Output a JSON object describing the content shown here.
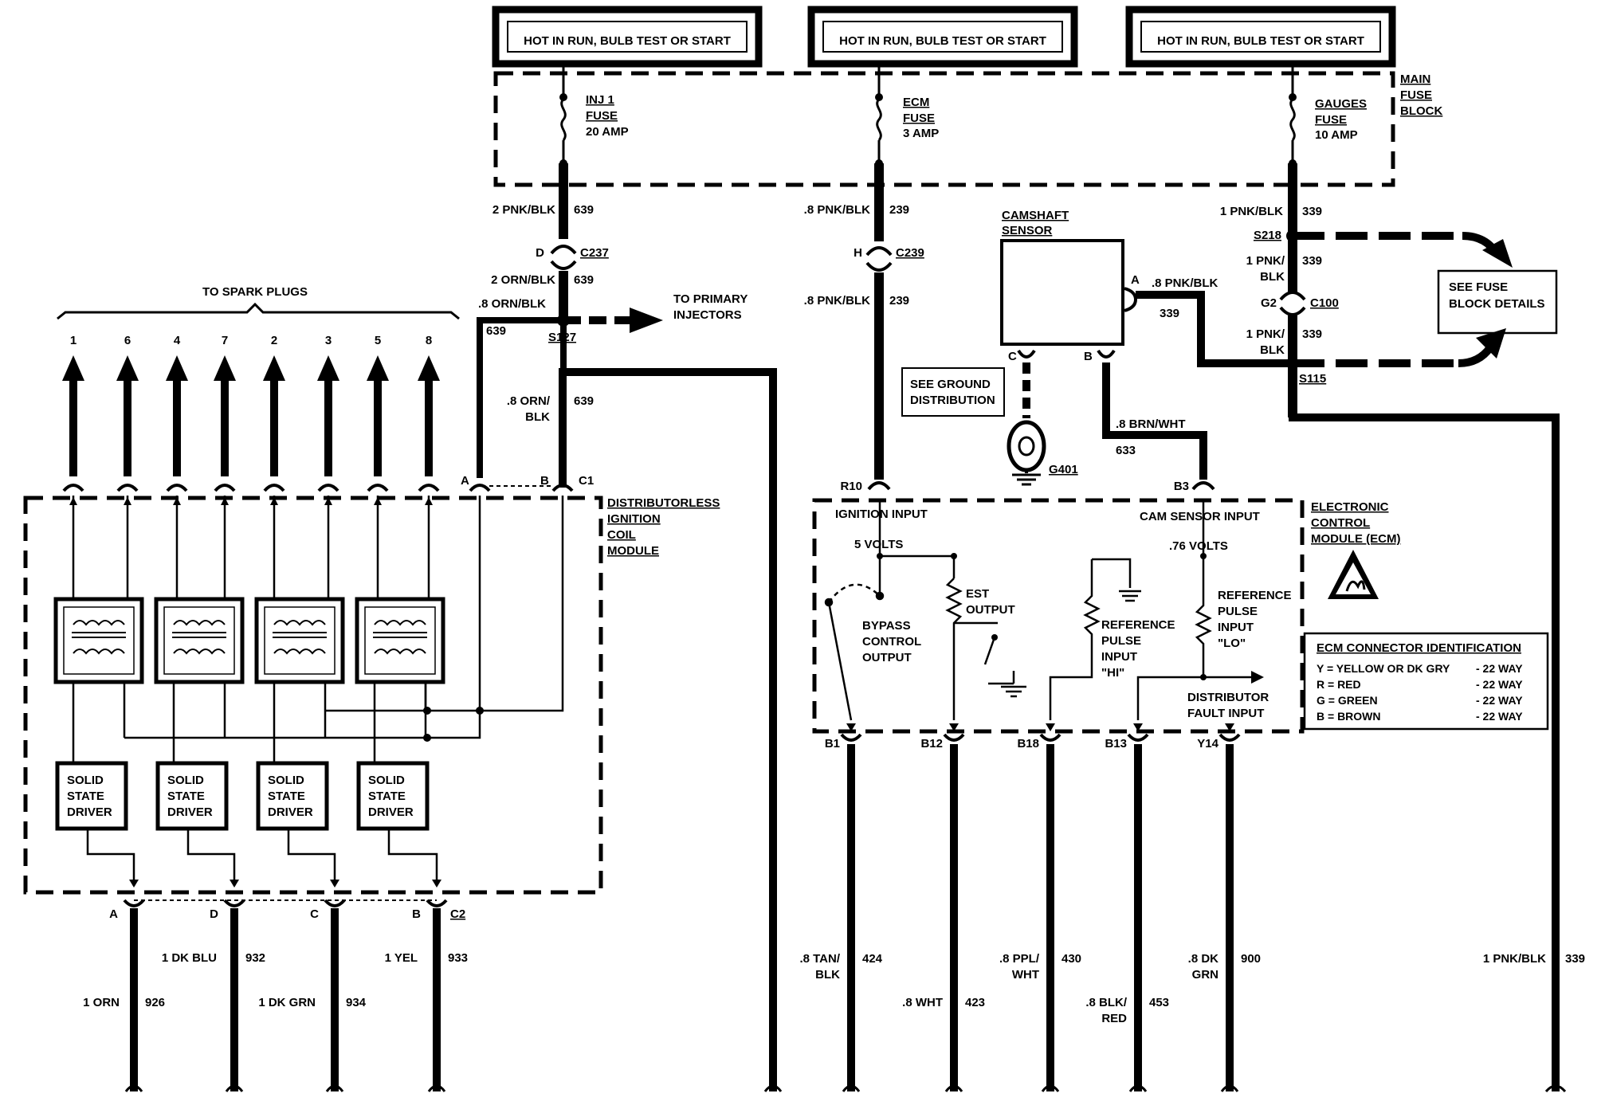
{
  "hot_boxes": [
    "HOT IN RUN, BULB TEST OR START",
    "HOT IN RUN, BULB TEST OR START",
    "HOT IN RUN, BULB TEST OR START"
  ],
  "fuse_block": {
    "label": [
      "MAIN",
      "FUSE",
      "BLOCK"
    ]
  },
  "fuses": [
    {
      "name": [
        "INJ 1",
        "FUSE"
      ],
      "amp": "20 AMP"
    },
    {
      "name": [
        "ECM",
        "FUSE"
      ],
      "amp": "3 AMP"
    },
    {
      "name": [
        "GAUGES",
        "FUSE"
      ],
      "amp": "10 AMP"
    }
  ],
  "wire_labels": {
    "w1_top": "2 PNK/BLK",
    "w1_top_num": "639",
    "w1_conn": "D",
    "w1_conn_id": "C237",
    "w1_mid": "2 ORN/BLK",
    "w1_mid_num": "639",
    "w1_splice": "S127",
    "to_primary": [
      "TO PRIMARY",
      "INJECTORS"
    ],
    "w1_left": ".8 ORN/BLK",
    "w1_left_num": "639",
    "w1_right": [
      ".8 ORN/",
      "BLK"
    ],
    "w1_right_num": "639",
    "w2_top": ".8 PNK/BLK",
    "w2_top_num": "239",
    "w2_conn": "H",
    "w2_conn_id": "C239",
    "w2_mid": ".8 PNK/BLK",
    "w2_mid_num": "239",
    "w2_pin": "R10",
    "w3_top": "1 PNK/BLK",
    "w3_top_num": "339",
    "w3_splice_top": "S218",
    "w3_mid": [
      "1 PNK/",
      "BLK"
    ],
    "w3_mid_num": "339",
    "w3_conn": "G2",
    "w3_conn_id": "C100",
    "w3_low": [
      "1 PNK/",
      "BLK"
    ],
    "w3_low_num": "339",
    "w3_splice_low": "S115",
    "cam_a": "A",
    "cam_a_wire": ".8 PNK/BLK",
    "cam_a_num": "339",
    "cam_b": "B",
    "cam_c": "C",
    "cam_b_wire": ".8 BRN/WHT",
    "cam_b_num": "633",
    "cam_pin": "B3",
    "see_fuse": [
      "SEE FUSE",
      "BLOCK DETAILS"
    ],
    "see_ground": [
      "SEE GROUND",
      "DISTRIBUTION"
    ],
    "ground": "G401"
  },
  "camshaft_sensor": [
    "CAMSHAFT",
    "SENSOR"
  ],
  "spark": {
    "title": "TO SPARK PLUGS",
    "plugs": [
      "1",
      "6",
      "4",
      "7",
      "2",
      "3",
      "5",
      "8"
    ]
  },
  "coil_module": {
    "label": [
      "DISTRIBUTORLESS",
      "IGNITION",
      "COIL",
      "MODULE"
    ],
    "c1": "C1",
    "pin_a": "A",
    "pin_b": "B",
    "drivers": [
      [
        "SOLID",
        "STATE",
        "DRIVER"
      ],
      [
        "SOLID",
        "STATE",
        "DRIVER"
      ],
      [
        "SOLID",
        "STATE",
        "DRIVER"
      ],
      [
        "SOLID",
        "STATE",
        "DRIVER"
      ]
    ],
    "c2": "C2",
    "c2_pins": [
      "A",
      "D",
      "C",
      "B"
    ]
  },
  "coil_wires": [
    {
      "label": "1 ORN",
      "num": "926"
    },
    {
      "label": "1 DK BLU",
      "num": "932"
    },
    {
      "label": "1 DK GRN",
      "num": "934"
    },
    {
      "label": "1 YEL",
      "num": "933"
    }
  ],
  "ecm": {
    "label": [
      "ELECTRONIC",
      "CONTROL",
      "MODULE (ECM)"
    ],
    "ignition_input": "IGNITION INPUT",
    "cam_input": "CAM SENSOR INPUT",
    "five_volts": "5 VOLTS",
    "volts_76": ".76 VOLTS",
    "bypass": [
      "BYPASS",
      "CONTROL",
      "OUTPUT"
    ],
    "est": [
      "EST",
      "OUTPUT"
    ],
    "ref_hi": [
      "REFERENCE",
      "PULSE",
      "INPUT",
      "\"HI\""
    ],
    "ref_lo": [
      "REFERENCE",
      "PULSE",
      "INPUT",
      "\"LO\""
    ],
    "fault": [
      "DISTRIBUTOR",
      "FAULT INPUT"
    ],
    "pins": [
      "B1",
      "B12",
      "B18",
      "B13",
      "Y14"
    ]
  },
  "ecm_wires": [
    {
      "label": [
        ".8 TAN/",
        "BLK"
      ],
      "num": "424"
    },
    {
      "label": [
        ".8 WHT"
      ],
      "num": "423"
    },
    {
      "label": [
        ".8 PPL/",
        "WHT"
      ],
      "num": "430"
    },
    {
      "label": [
        ".8 BLK/",
        "RED"
      ],
      "num": "453"
    },
    {
      "label": [
        ".8 DK",
        "GRN"
      ],
      "num": "900"
    }
  ],
  "right_wire": {
    "label": "1 PNK/BLK",
    "num": "339"
  },
  "ecm_connector": {
    "title": "ECM CONNECTOR IDENTIFICATION",
    "rows": [
      {
        "code": "Y = YELLOW OR DK GRY",
        "ways": "- 22 WAY"
      },
      {
        "code": "R = RED",
        "ways": "- 22 WAY"
      },
      {
        "code": "G = GREEN",
        "ways": "- 22 WAY"
      },
      {
        "code": "B = BROWN",
        "ways": "- 22 WAY"
      }
    ]
  }
}
